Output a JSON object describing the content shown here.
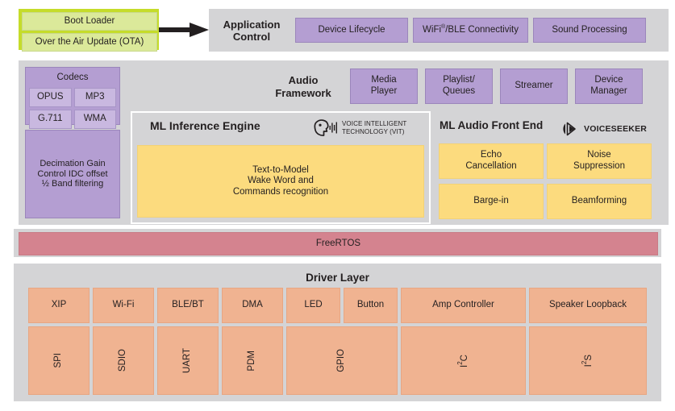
{
  "colors": {
    "panel_grey": "#d4d4d6",
    "purple": "#b49ed2",
    "purple_light": "#c9b8e0",
    "yellow": "#fcdb7e",
    "salmon": "#f0b391",
    "rose": "#d4838f",
    "green_outer": "#c5dc2a",
    "green_inner": "#dbe99a",
    "text": "#231f20"
  },
  "boot": {
    "loader_label": "Boot Loader",
    "ota_label": "Over the Air Update (OTA)",
    "arrow_icon": "arrow-right-icon"
  },
  "app_control": {
    "title": "Application Control",
    "title_line1": "Application",
    "title_line2": "Control",
    "chips": [
      {
        "label": "Device Lifecycle",
        "name": "device-lifecycle"
      },
      {
        "label": "WiFi®/BLE Connectivity",
        "name": "wifi-ble-connectivity",
        "pre": "WiFi",
        "sup": "®",
        "post": "/BLE Connectivity"
      },
      {
        "label": "Sound Processing",
        "name": "sound-processing"
      }
    ]
  },
  "audio_framework": {
    "title": "Audio Framework",
    "title_line1": "Audio",
    "title_line2": "Framework",
    "chips": [
      {
        "label": "Media Player",
        "line1": "Media",
        "line2": "Player",
        "name": "media-player"
      },
      {
        "label": "Playlist/ Queues",
        "line1": "Playlist/",
        "line2": "Queues",
        "name": "playlist-queues"
      },
      {
        "label": "Streamer",
        "line1": "Streamer",
        "line2": "",
        "name": "streamer"
      },
      {
        "label": "Device Manager",
        "line1": "Device",
        "line2": "Manager",
        "name": "device-manager"
      }
    ]
  },
  "codecs": {
    "title": "Codecs",
    "items": [
      "OPUS",
      "MP3",
      "G.711",
      "WMA"
    ]
  },
  "decimation": {
    "line1": "Decimation Gain",
    "line2": "Control IDC offset",
    "line3": "½ Band filtering"
  },
  "ml_inference": {
    "title": "ML Inference Engine",
    "logo_icon": "head-voice-waveform-icon",
    "logo_line1": "VOICE INTELLIGENT",
    "logo_line2": "TECHNOLOGY (VIT)",
    "body_line1": "Text-to-Model",
    "body_line2": "Wake Word and",
    "body_line3": "Commands recognition"
  },
  "ml_afe": {
    "title": "ML Audio Front End",
    "logo_icon": "voiceseeker-arrow-icon",
    "logo_text": "VOICESEEKER",
    "cells": [
      {
        "name": "echo-cancellation",
        "line1": "Echo",
        "line2": "Cancellation"
      },
      {
        "name": "noise-suppression",
        "line1": "Noise",
        "line2": "Suppression"
      },
      {
        "name": "barge-in",
        "line1": "Barge-in",
        "line2": ""
      },
      {
        "name": "beamforming",
        "line1": "Beamforming",
        "line2": ""
      }
    ]
  },
  "rtos": {
    "label": "FreeRTOS"
  },
  "driver_layer": {
    "title": "Driver Layer",
    "row1": [
      {
        "label": "XIP",
        "name": "xip",
        "width": 88
      },
      {
        "label": "Wi-Fi",
        "name": "wifi",
        "width": 88
      },
      {
        "label": "BLE/BT",
        "name": "ble-bt",
        "width": 88
      },
      {
        "label": "DMA",
        "name": "dma",
        "width": 88
      },
      {
        "label": "LED",
        "name": "led",
        "width": 73
      },
      {
        "label": "Button",
        "name": "button",
        "width": 73
      },
      {
        "label": "Amp Controller",
        "name": "amp-controller",
        "width": 160
      },
      {
        "label": "Speaker Loopback",
        "name": "speaker-loopback",
        "width": 152
      }
    ],
    "row2": [
      {
        "label": "SPI",
        "name": "spi",
        "width": 88
      },
      {
        "label": "SDIO",
        "name": "sdio",
        "width": 88
      },
      {
        "label": "UART",
        "name": "uart",
        "width": 88
      },
      {
        "label": "PDM",
        "name": "pdm",
        "width": 88
      },
      {
        "label": "GPIO",
        "name": "gpio",
        "width": 154
      },
      {
        "label": "I²C",
        "name": "i2c",
        "width": 160,
        "pre": "I",
        "sup": "2",
        "post": "C"
      },
      {
        "label": "I²S",
        "name": "i2s",
        "width": 152,
        "pre": "I",
        "sup": "2",
        "post": "S"
      }
    ]
  }
}
